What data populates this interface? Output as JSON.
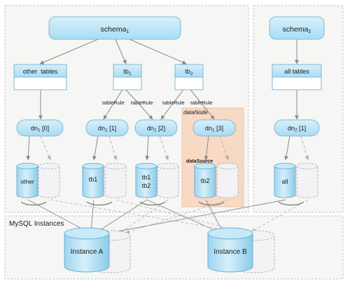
{
  "panels": {
    "mysql_label": "MySQL Instances"
  },
  "schemas": [
    {
      "id": "schema1",
      "label": "schema",
      "sub": "1"
    },
    {
      "id": "schema2",
      "label": "schema",
      "sub": "2"
    }
  ],
  "tables": [
    {
      "id": "other-tables",
      "label": "other  tables"
    },
    {
      "id": "tb1",
      "label": "tb",
      "sub": "1"
    },
    {
      "id": "tb2",
      "label": "tb",
      "sub": "2"
    },
    {
      "id": "all-tables",
      "label": "all tables"
    }
  ],
  "edge_labels": {
    "table_rule": "tableRule"
  },
  "region_labels": {
    "data_node": "dataNode",
    "data_source": "dataSource"
  },
  "data_nodes": [
    {
      "id": "dn1-0",
      "label": "dn",
      "sub": "1",
      "suffix": " [0]"
    },
    {
      "id": "dn1-1",
      "label": "dn",
      "sub": "1",
      "suffix": " [1]"
    },
    {
      "id": "dn1-2",
      "label": "dn",
      "sub": "1",
      "suffix": " [2]"
    },
    {
      "id": "dn1-3",
      "label": "dn",
      "sub": "1",
      "suffix": " [3]"
    },
    {
      "id": "dn2-1",
      "label": "dn",
      "sub": "2",
      "suffix": " [1]"
    }
  ],
  "databases": [
    {
      "id": "other",
      "lines": [
        "other"
      ]
    },
    {
      "id": "db-tb1",
      "lines": [
        "tb1"
      ]
    },
    {
      "id": "db-tb1-tb2",
      "lines": [
        "tb1",
        "tb2"
      ]
    },
    {
      "id": "db-tb2",
      "lines": [
        "tb2"
      ]
    },
    {
      "id": "db-all",
      "lines": [
        "all"
      ]
    }
  ],
  "instances": [
    {
      "id": "instance-a",
      "label": "Instance A"
    },
    {
      "id": "instance-b",
      "label": "Instance B"
    }
  ],
  "colors": {
    "schema_fill": "#b7e3f7",
    "node_fill": "#bfe6f9",
    "panel_fill": "#f6f6f4",
    "panel_border": "#c4c4c4",
    "highlight_fill": "#f7d9c4",
    "line": "#8a8a8a",
    "text": "#1a1a1a"
  }
}
